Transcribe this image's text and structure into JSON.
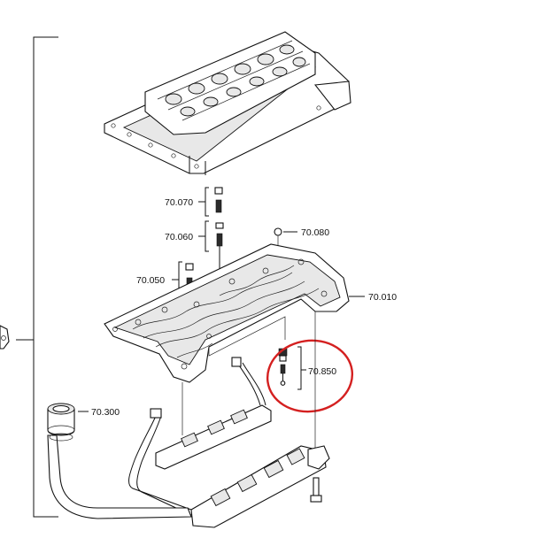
{
  "diagram": {
    "labels": {
      "p70070": "70.070",
      "p70060": "70.060",
      "p70080": "70.080",
      "p70050": "70.050",
      "p70010": "70.010",
      "p70850": "70.850",
      "p70300": "70.300"
    },
    "highlight_color": "#d42020",
    "ink_color": "#111111"
  }
}
